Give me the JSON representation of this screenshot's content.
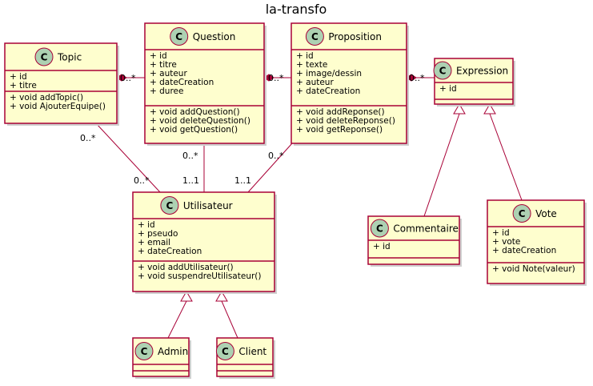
{
  "title": "la-transfo",
  "stereotype_letter": "C",
  "colors": {
    "box_fill": "#FEFECE",
    "box_border": "#A80036",
    "badge_fill": "#ADD1B2"
  },
  "classes": {
    "topic": {
      "name": "Topic",
      "attributes": [
        "+ id",
        "+ titre"
      ],
      "methods": [
        "+ void addTopic()",
        "+ void AjouterEquipe()"
      ]
    },
    "question": {
      "name": "Question",
      "attributes": [
        "+ id",
        "+ titre",
        "+ auteur",
        "+ dateCreation",
        "+ duree"
      ],
      "methods": [
        "+ void addQuestion()",
        "+ void deleteQuestion()",
        "+ void getQuestion()"
      ]
    },
    "proposition": {
      "name": "Proposition",
      "attributes": [
        "+ id",
        "+ texte",
        "+ image/dessin",
        "+ auteur",
        "+ dateCreation"
      ],
      "methods": [
        "+ void addReponse()",
        "+ void deleteReponse()",
        "+ void getReponse()"
      ]
    },
    "expression": {
      "name": "Expression",
      "attributes": [
        "+ id"
      ],
      "methods": []
    },
    "utilisateur": {
      "name": "Utilisateur",
      "attributes": [
        "+ id",
        "+ pseudo",
        "+ email",
        "+ dateCreation"
      ],
      "methods": [
        "+ void addUtilisateur()",
        "+ void suspendreUtilisateur()"
      ]
    },
    "commentaire": {
      "name": "Commentaire",
      "attributes": [
        "+ id"
      ],
      "methods": []
    },
    "vote": {
      "name": "Vote",
      "attributes": [
        "+ id",
        "+ vote",
        "+ dateCreation"
      ],
      "methods": [
        "+ void Note(valeur)"
      ]
    },
    "admin": {
      "name": "Admin",
      "attributes": [],
      "methods": []
    },
    "client": {
      "name": "Client",
      "attributes": [],
      "methods": []
    }
  },
  "relations": [
    {
      "id": "topic-question",
      "type": "composition",
      "label": "0..*"
    },
    {
      "id": "question-proposition",
      "type": "composition",
      "label": "0..*"
    },
    {
      "id": "proposition-expression",
      "type": "composition",
      "label": "0..*"
    },
    {
      "id": "topic-utilisateur",
      "type": "association",
      "from_label": "0..*",
      "to_label": "0..*"
    },
    {
      "id": "question-utilisateur",
      "type": "association",
      "from_label": "0..*",
      "to_label": "1..1"
    },
    {
      "id": "proposition-utilisateur",
      "type": "association",
      "from_label": "0..*",
      "to_label": "1..1"
    },
    {
      "id": "commentaire-expression",
      "type": "inheritance"
    },
    {
      "id": "vote-expression",
      "type": "inheritance"
    },
    {
      "id": "admin-utilisateur",
      "type": "inheritance"
    },
    {
      "id": "client-utilisateur",
      "type": "inheritance"
    }
  ]
}
